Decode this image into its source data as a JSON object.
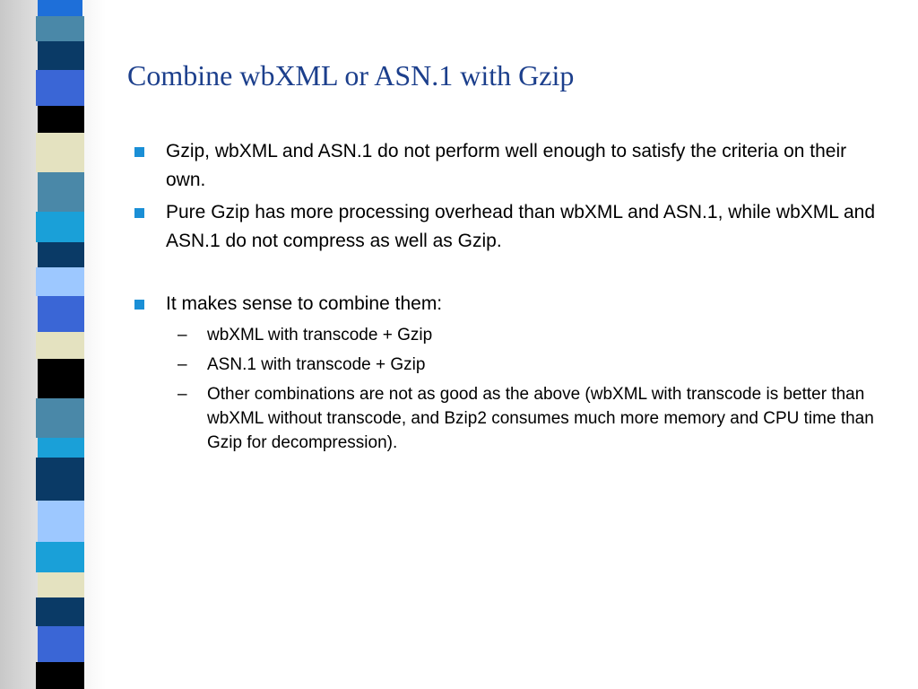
{
  "slide": {
    "title": "Combine wbXML or ASN.1 with Gzip",
    "bullets": [
      {
        "text": "Gzip, wbXML and ASN.1 do not perform well enough to satisfy the criteria on their own."
      },
      {
        "text": "Pure Gzip has more processing overhead than wbXML and ASN.1, while wbXML and ASN.1 do not compress as well as Gzip."
      },
      {
        "text": "It makes sense to combine them:"
      }
    ],
    "sub_marker": "–",
    "sub_bullets": [
      {
        "text": "wbXML with transcode + Gzip"
      },
      {
        "text": "ASN.1 with transcode + Gzip"
      },
      {
        "text": "Other combinations are not as good as the above (wbXML with transcode is better than wbXML without transcode, and Bzip2 consumes much more memory and CPU time than Gzip for decompression)."
      }
    ]
  },
  "colors": {
    "title": "#1c3f8c",
    "bullet_marker": "#1a8fd6",
    "strip_palette": [
      "#1e6fd9",
      "#4a88a8",
      "#0a3a66",
      "#3a66d6",
      "#000000",
      "#e4e2c0",
      "#1aa0d8",
      "#9dc8ff"
    ]
  }
}
